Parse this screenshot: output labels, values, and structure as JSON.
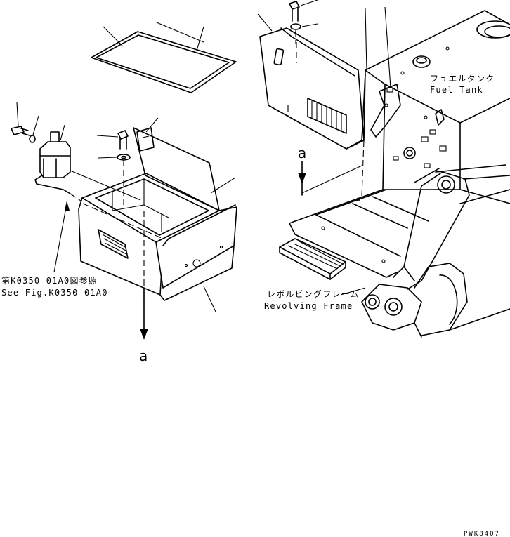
{
  "labels": {
    "fuel_tank_jp": "フュエルタンク",
    "fuel_tank_en": "Fuel Tank",
    "revolving_frame_jp": "レボルビングフレーム",
    "revolving_frame_en": "Revolving Frame",
    "see_fig_jp": "第K0350-01A0図参照",
    "see_fig_en": "See Fig.K0350-01A0",
    "arrow_marker_right": "a",
    "arrow_marker_bottom": "a",
    "drawing_code": "PWK8407"
  }
}
